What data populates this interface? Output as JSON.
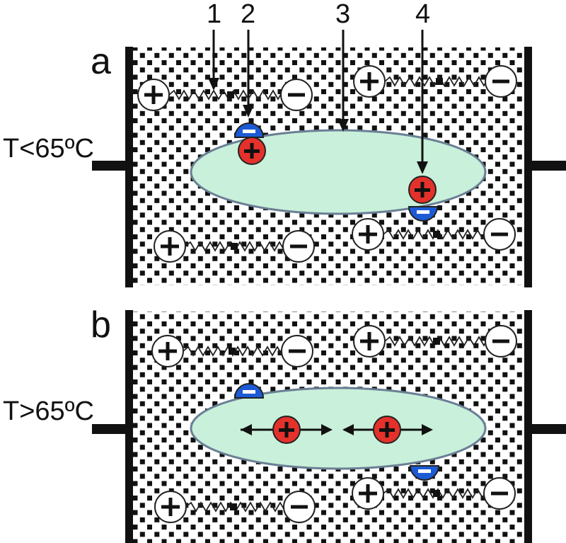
{
  "panel_a": {
    "letter": "a",
    "temperature": "T<65ºC",
    "callouts": [
      "1",
      "2",
      "3",
      "4"
    ]
  },
  "panel_b": {
    "letter": "b",
    "temperature": "T>65ºC"
  },
  "symbols": {
    "plus": "+",
    "minus": "−"
  },
  "colors": {
    "background": "#ffffff",
    "electrode": "#111111",
    "dots": "#111111",
    "particle": "#c9f0da",
    "particle_edge": "#6a7f95",
    "cation": "#e4312b",
    "anion": "#1d5bd6",
    "dipole_ring": "#222222"
  }
}
